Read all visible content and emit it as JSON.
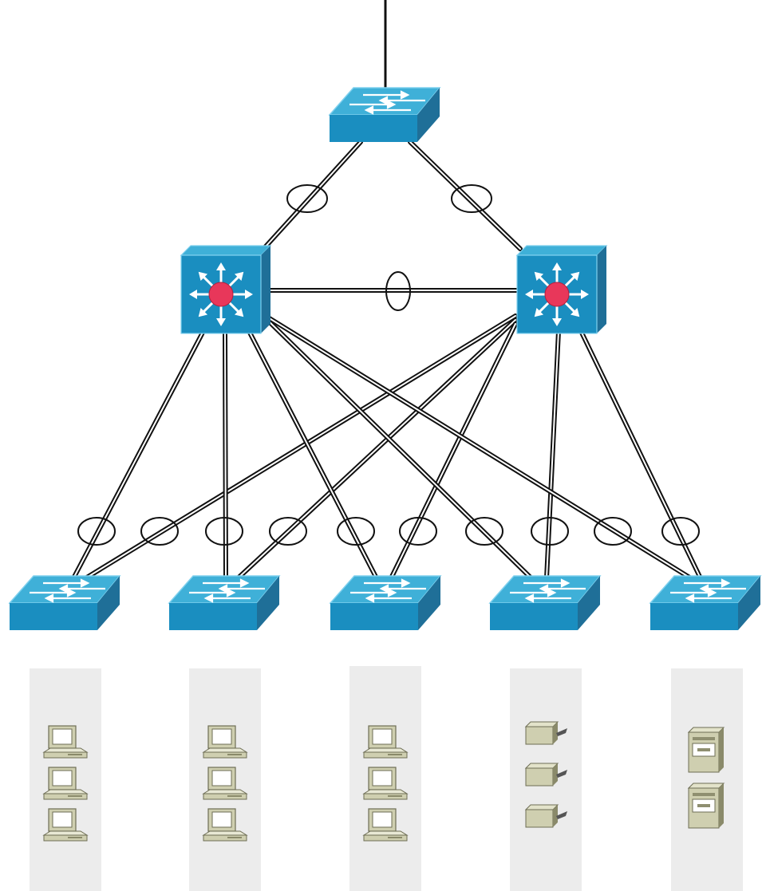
{
  "diagram": {
    "kind": "hierarchical network topology",
    "uplink": {
      "label": ""
    },
    "core": {
      "icon": "workgroup-switch-icon"
    },
    "distribution": [
      {
        "icon": "multilayer-switch-icon",
        "hub_color": "#e8375a"
      },
      {
        "icon": "multilayer-switch-icon",
        "hub_color": "#e8375a"
      }
    ],
    "access": [
      {
        "icon": "workgroup-switch-icon"
      },
      {
        "icon": "workgroup-switch-icon"
      },
      {
        "icon": "workgroup-switch-icon"
      },
      {
        "icon": "workgroup-switch-icon"
      },
      {
        "icon": "workgroup-switch-icon"
      }
    ],
    "endpoint_groups": [
      {
        "device": "pc-icon",
        "count": 3
      },
      {
        "device": "pc-icon",
        "count": 3
      },
      {
        "device": "pc-icon",
        "count": 3
      },
      {
        "device": "printer-icon",
        "count": 3
      },
      {
        "device": "file-server-icon",
        "count": 2
      }
    ],
    "links": {
      "core_to_distribution": 2,
      "distribution_interconnect": 1,
      "distribution_to_access_per_switch": 2,
      "bundle_marker": "ellipse"
    },
    "colors": {
      "switch_top": "#3fb0d8",
      "switch_front": "#1a8ec0",
      "switch_side": "#1f6f98",
      "switch_edge": "#7fd0ee",
      "arrow": "#ffffff",
      "link": "#111111",
      "group_bg": "#ececec",
      "device_body": "#cfcfb0",
      "device_dark": "#8a8a6a"
    }
  }
}
